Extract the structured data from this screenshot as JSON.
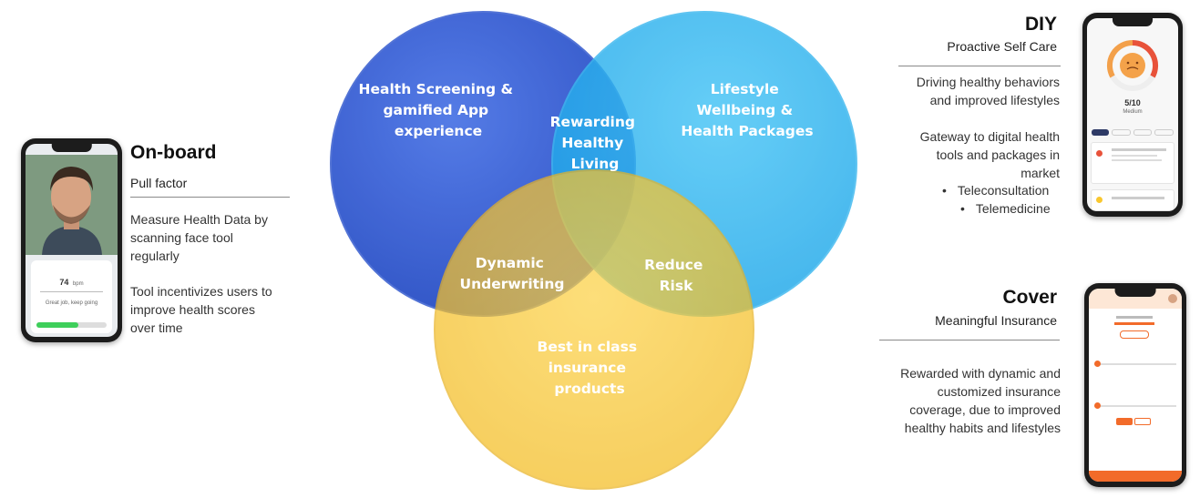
{
  "venn": {
    "circles": [
      {
        "name": "blue",
        "color": "#3a62d6",
        "labels": [
          "Health Screening &",
          "gamified App",
          "experience"
        ]
      },
      {
        "name": "cyan",
        "color": "#27b1ef",
        "labels": [
          "Lifestyle",
          "Wellbeing &",
          "Health Packages"
        ]
      },
      {
        "name": "yellow",
        "color": "#f9c72e",
        "labels": [
          "Best in class",
          "insurance",
          "products"
        ]
      }
    ],
    "overlaps": {
      "blue_cyan": [
        "Rewarding",
        "Healthy",
        "Living"
      ],
      "blue_yellow": [
        "Dynamic",
        "Underwriting"
      ],
      "cyan_yellow": [
        "Reduce",
        "Risk"
      ]
    }
  },
  "onboard": {
    "title": "On-board",
    "subtitle": "Pull factor",
    "para1": [
      "Measure Health Data by",
      "scanning face tool",
      "regularly"
    ],
    "para2": [
      "Tool incentivizes users to",
      "improve health scores",
      "over time"
    ]
  },
  "diy": {
    "title": "DIY",
    "subtitle": "Proactive Self Care",
    "para1": [
      "Driving healthy behaviors",
      "and improved lifestyles"
    ],
    "para2": [
      "Gateway to digital health",
      "tools and packages in",
      "market"
    ],
    "bullets": [
      "Teleconsultation",
      "Telemedicine"
    ]
  },
  "cover": {
    "title": "Cover",
    "subtitle": "Meaningful Insurance",
    "para1": [
      "Rewarded with dynamic and",
      "customized insurance",
      "coverage, due to improved",
      "healthy habits and lifestyles"
    ]
  },
  "phone_onboard": {
    "value": "74",
    "unit": "bpm",
    "caption": "Great job, keep going"
  },
  "phone_diy": {
    "score": "5/10",
    "level": "Medium"
  },
  "colors": {
    "accent_green": "#3ecf5b",
    "accent_orange": "#f26b2a",
    "rule": "#8a8a8a"
  }
}
